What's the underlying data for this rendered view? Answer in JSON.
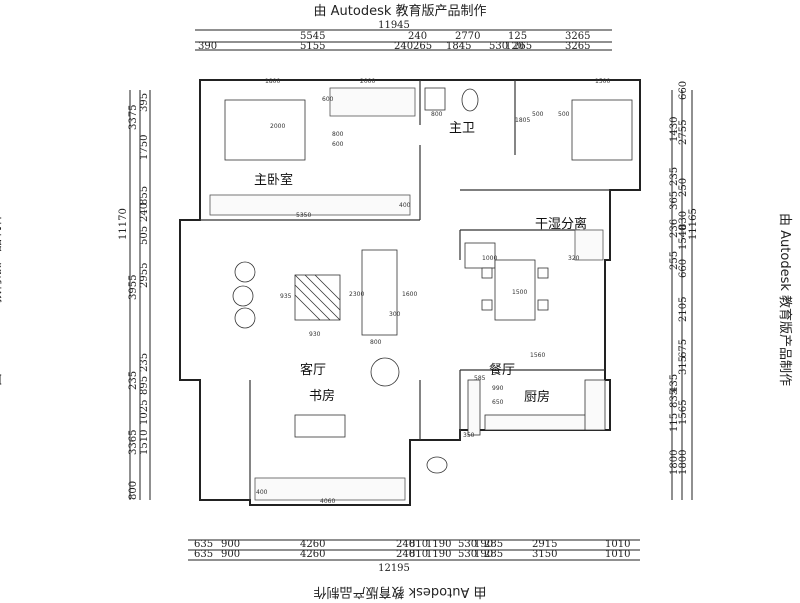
{
  "watermark": "由 Autodesk 教育版产品制作",
  "rooms": {
    "master_bedroom": "主卧室",
    "master_bath": "主卫",
    "dry_wet": "干湿分离",
    "living": "客厅",
    "dining": "餐厅",
    "study": "书房",
    "kitchen": "厨房"
  },
  "top_dims": {
    "total": "11945",
    "row1": [
      "5545",
      "240",
      "2770",
      "125",
      "3265"
    ],
    "row2": [
      "390",
      "5155",
      "240",
      "265",
      "1845",
      "530",
      "120",
      "265",
      "3265"
    ]
  },
  "bottom_dims": {
    "total": "12195",
    "row1": [
      "635",
      "900",
      "4260",
      "240",
      "810",
      "1190",
      "530",
      "190",
      "285",
      "2915",
      "1010"
    ],
    "row2": [
      "635",
      "900",
      "4260",
      "240",
      "810",
      "1190",
      "530",
      "190",
      "285",
      "3150",
      "1010"
    ]
  },
  "left_dims": {
    "total": "11170",
    "row1": [
      "3375",
      "3955",
      "235",
      "3365",
      "800"
    ],
    "row2": [
      "395",
      "1750",
      "855",
      "240",
      "505",
      "2955",
      "235",
      "895",
      "1025",
      "1510"
    ]
  },
  "right_dims": {
    "total": "11165",
    "row1": [
      "660",
      "2755",
      "250",
      "830",
      "1540",
      "660",
      "2105",
      "675",
      "315",
      "1565",
      "1800"
    ],
    "row2": [
      "1430",
      "235",
      "365",
      "236",
      "255",
      "435",
      "835",
      "115",
      "1800"
    ]
  },
  "interior_dims": {
    "bed1": "1800",
    "wardrobe1": "2000",
    "bed2": "1500",
    "bed1_len": "2000",
    "bath_sink": "800",
    "bath_1805": "1805",
    "bath_500": "500",
    "bath_600": "600",
    "window_400a": "400",
    "wardrobe_wall": "5350",
    "sofa": "2300",
    "sofa_1600": "1600",
    "sofa_800": "800",
    "sofa_300": "300",
    "rug_930": "930",
    "rug_935": "935",
    "study_desk": "4060",
    "study_400": "400",
    "dining_1000": "1000",
    "dining_320": "320",
    "dining_1500": "1500",
    "dining_1560": "1560",
    "kitchen_990": "990",
    "kitchen_650": "650",
    "kitchen_585": "585",
    "kitchen_350": "350",
    "shelf_800": "800",
    "shelf_600": "600"
  }
}
